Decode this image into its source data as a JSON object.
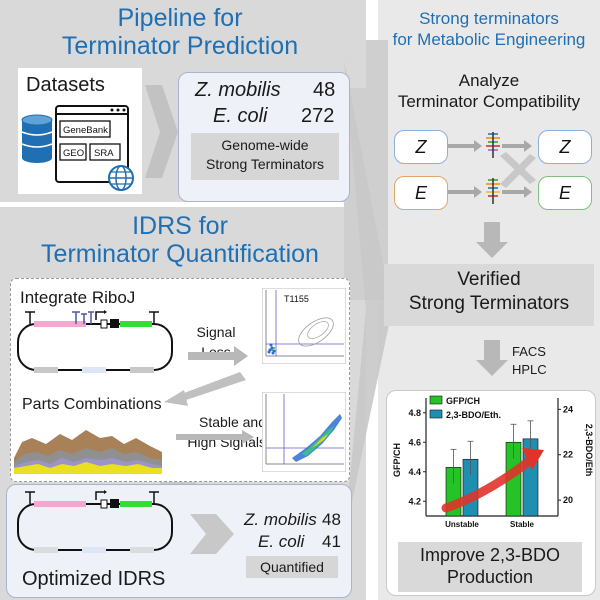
{
  "pipeline": {
    "title_line1": "Pipeline for",
    "title_line2": "Terminator Prediction",
    "datasets_label": "Datasets",
    "db_labels": [
      "GeneBank",
      "GEO",
      "SRA"
    ],
    "zmobilis_name": "Z. mobilis",
    "zmobilis_count": "48",
    "ecoli_name": "E. coli",
    "ecoli_count": "272",
    "genome_wide_line1": "Genome-wide",
    "genome_wide_line2": "Strong Terminators"
  },
  "idrs": {
    "title_line1": "IDRS for",
    "title_line2": "Terminator Quantification",
    "integrate_label": "Integrate RiboJ",
    "signal_line1": "Signal",
    "signal_line2": "Loss",
    "facs_label_top": "T1155",
    "parts_label": "Parts Combinations",
    "stable_line1": "Stable and",
    "stable_line2": "High Signals",
    "optimized_label": "Optimized IDRS",
    "zmobilis_name": "Z. mobilis",
    "zmobilis_count": "48",
    "ecoli_name": "E. coli",
    "ecoli_count": "41",
    "quantified_label": "Quantified"
  },
  "metabolic": {
    "title_line1": "Strong terminators",
    "title_line2": "for Metabolic Engineering",
    "analyze_line1": "Analyze",
    "analyze_line2": "Terminator Compatibility",
    "z_label": "Z",
    "e_label": "E",
    "verified_line1": "Verified",
    "verified_line2": "Strong Terminators",
    "facs": "FACS",
    "hplc": "HPLC",
    "improve_line1": "Improve 2,3-BDO",
    "improve_line2": "Production"
  },
  "chart_data": {
    "type": "bar",
    "categories": [
      "Unstable",
      "Stable"
    ],
    "series": [
      {
        "name": "GFP/CH",
        "axis": "left",
        "values": [
          4.43,
          4.6
        ],
        "color": "#27c227"
      },
      {
        "name": "2,3-BDO/Eth.",
        "axis": "right",
        "values": [
          21.8,
          22.7
        ],
        "color": "#1e8fb0"
      }
    ],
    "ylabel_left": "GFP/CH",
    "ylabel_right": "2,3-BDO/Eth",
    "ylim_left": [
      4.1,
      4.9
    ],
    "ylim_right": [
      19.3,
      24.5
    ],
    "yticks_left": [
      "4.2",
      "4.4",
      "4.6",
      "4.8"
    ],
    "yticks_right": [
      "20",
      "22",
      "24"
    ],
    "legend_placement": "top-left"
  }
}
